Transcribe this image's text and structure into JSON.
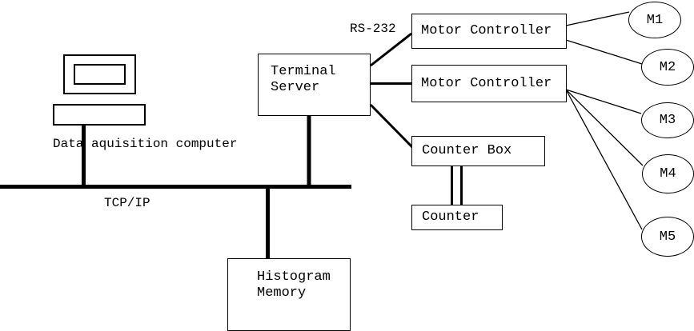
{
  "colors": {
    "background": "#ffffff",
    "line": "#000000",
    "text": "#000000"
  },
  "labels": {
    "daq_computer": "Data aquisition computer",
    "network_bus": "TCP/IP",
    "serial_link": "RS-232"
  },
  "nodes": {
    "terminal_server": {
      "label": "Terminal\nServer"
    },
    "motor_controller_1": {
      "label": "Motor Controller"
    },
    "motor_controller_2": {
      "label": "Motor Controller"
    },
    "counter_box": {
      "label": "Counter Box"
    },
    "counter": {
      "label": "Counter"
    },
    "histogram_memory": {
      "label": "Histogram\nMemory"
    }
  },
  "motors": [
    {
      "label": "M1"
    },
    {
      "label": "M2"
    },
    {
      "label": "M3"
    },
    {
      "label": "M4"
    },
    {
      "label": "M5"
    }
  ],
  "connections": [
    {
      "from": "Data aquisition computer",
      "to": "TCP/IP bus"
    },
    {
      "from": "Terminal Server",
      "to": "TCP/IP bus"
    },
    {
      "from": "Histogram Memory",
      "to": "TCP/IP bus"
    },
    {
      "from": "Terminal Server",
      "to": "Motor Controller (upper)",
      "via": "RS-232"
    },
    {
      "from": "Terminal Server",
      "to": "Motor Controller (lower)"
    },
    {
      "from": "Terminal Server",
      "to": "Counter Box"
    },
    {
      "from": "Counter Box",
      "to": "Counter",
      "style": "double-line"
    },
    {
      "from": "Motor Controller (upper)",
      "to": "M1"
    },
    {
      "from": "Motor Controller (upper)",
      "to": "M2"
    },
    {
      "from": "Motor Controller (lower)",
      "to": "M3"
    },
    {
      "from": "Motor Controller (lower)",
      "to": "M4"
    },
    {
      "from": "Motor Controller (lower)",
      "to": "M5"
    }
  ]
}
